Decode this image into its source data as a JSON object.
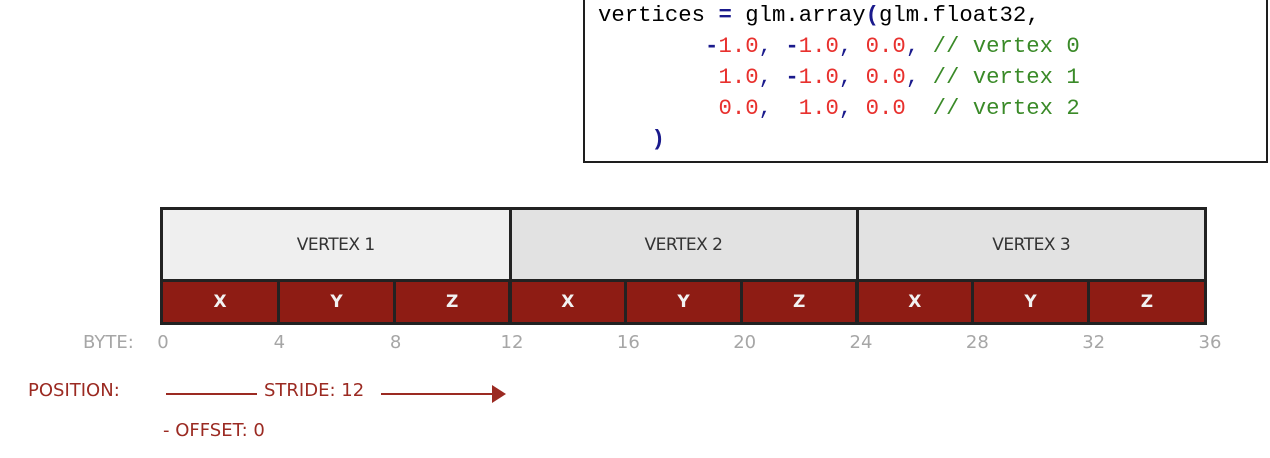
{
  "code": {
    "lines": [
      [
        {
          "t": "vertices ",
          "c": "plain"
        },
        {
          "t": "=",
          "c": "op"
        },
        {
          "t": " glm.array",
          "c": "plain"
        },
        {
          "t": "(",
          "c": "op"
        },
        {
          "t": "glm.float32,",
          "c": "plain"
        }
      ],
      [
        {
          "t": "        ",
          "c": "plain"
        },
        {
          "t": "-",
          "c": "op"
        },
        {
          "t": "1.0",
          "c": "num"
        },
        {
          "t": ", ",
          "c": "punct"
        },
        {
          "t": "-",
          "c": "op"
        },
        {
          "t": "1.0",
          "c": "num"
        },
        {
          "t": ", ",
          "c": "punct"
        },
        {
          "t": "0.0",
          "c": "num"
        },
        {
          "t": ", ",
          "c": "punct"
        },
        {
          "t": "// vertex 0",
          "c": "comment"
        }
      ],
      [
        {
          "t": "         ",
          "c": "plain"
        },
        {
          "t": "1.0",
          "c": "num"
        },
        {
          "t": ", ",
          "c": "punct"
        },
        {
          "t": "-",
          "c": "op"
        },
        {
          "t": "1.0",
          "c": "num"
        },
        {
          "t": ", ",
          "c": "punct"
        },
        {
          "t": "0.0",
          "c": "num"
        },
        {
          "t": ", ",
          "c": "punct"
        },
        {
          "t": "// vertex 1",
          "c": "comment"
        }
      ],
      [
        {
          "t": "         ",
          "c": "plain"
        },
        {
          "t": "0.0",
          "c": "num"
        },
        {
          "t": ",  ",
          "c": "punct"
        },
        {
          "t": "1.0",
          "c": "num"
        },
        {
          "t": ", ",
          "c": "punct"
        },
        {
          "t": "0.0",
          "c": "num"
        },
        {
          "t": "  ",
          "c": "plain"
        },
        {
          "t": "// vertex 2",
          "c": "comment"
        }
      ],
      [
        {
          "t": "    ",
          "c": "plain"
        },
        {
          "t": ")",
          "c": "op"
        }
      ]
    ]
  },
  "diagram": {
    "vertices": [
      {
        "label": "VERTEX 1",
        "bg": "#efefef"
      },
      {
        "label": "VERTEX 2",
        "bg": "#e2e2e2"
      },
      {
        "label": "VERTEX 3",
        "bg": "#e2e2e2"
      }
    ],
    "components": [
      "X",
      "Y",
      "Z",
      "X",
      "Y",
      "Z",
      "X",
      "Y",
      "Z"
    ],
    "component_color": "#8e1c14",
    "byte_title": "BYTE:",
    "bytes": [
      "0",
      "4",
      "8",
      "12",
      "16",
      "20",
      "24",
      "28",
      "32",
      "36"
    ],
    "position_label": "POSITION:",
    "stride_label": "STRIDE: 12",
    "offset_label": "- OFFSET: 0",
    "annotation_color": "#9b2a22"
  }
}
